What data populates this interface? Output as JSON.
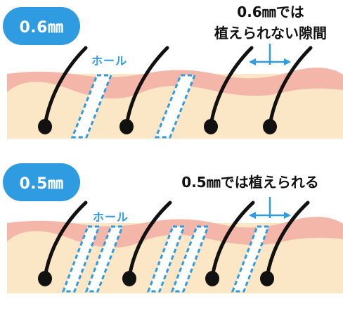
{
  "panels": [
    {
      "badge": "0.6㎜",
      "caption_lines": [
        "0.6㎜では",
        "植えられない隙間"
      ],
      "hole_label": "ホール"
    },
    {
      "badge": "0.5㎜",
      "caption_lines": [
        "0.5㎜では植えられる"
      ],
      "hole_label": "ホール"
    }
  ],
  "colors": {
    "badge": "#2f9be0",
    "skin_top": "#f4b6a9",
    "skin_body": "#fbe6c6",
    "hair": "#111111",
    "hole_outline": "#2f9be0",
    "arrow": "#2f9be0"
  }
}
